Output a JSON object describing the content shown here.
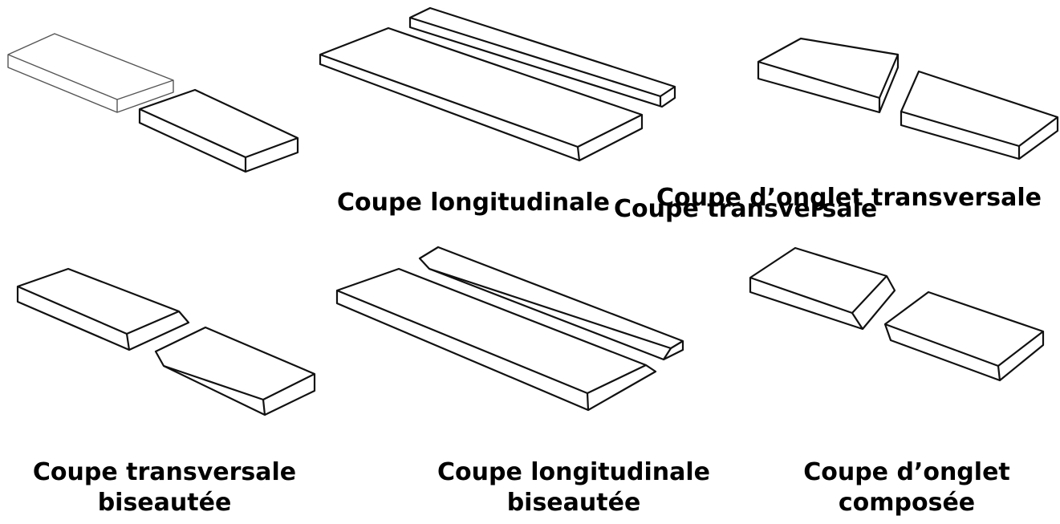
{
  "labels": {
    "rip_cut": "Coupe longitudinale",
    "cross_cut": "Coupe transversale",
    "miter_cross": "Coupe d’onglet transversale",
    "bevel_cross_line1": "Coupe transversale",
    "bevel_cross_line2": "biseautée",
    "bevel_rip_line1": "Coupe longitudinale",
    "bevel_rip_line2": "biseautée",
    "compound_line1": "Coupe d’onglet",
    "compound_line2": "composée"
  }
}
